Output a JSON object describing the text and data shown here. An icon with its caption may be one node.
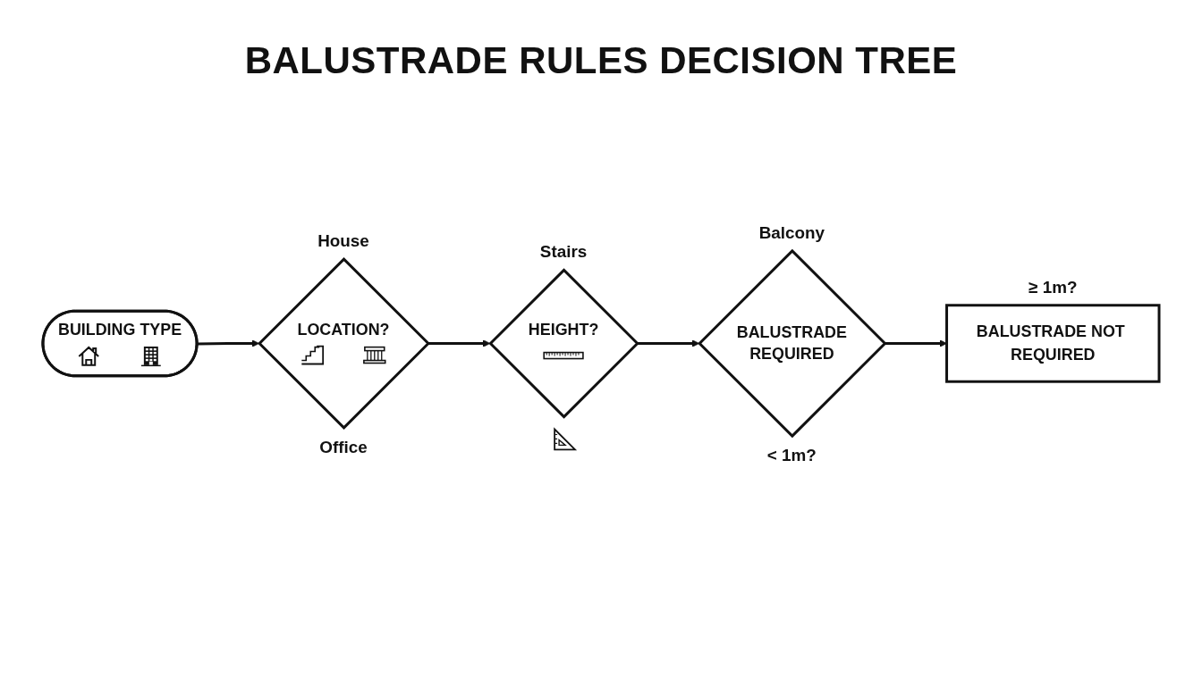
{
  "diagram": {
    "title": "BALUSTRADE RULES DECISION TREE",
    "nodes": [
      {
        "text": [
          "BUILDING TYPE"
        ]
      },
      {
        "text": [
          "LOCATION?"
        ],
        "beside": [
          "House",
          "Office"
        ]
      },
      {
        "text": [
          "HEIGHT?"
        ],
        "beside": [
          "Stairs"
        ]
      },
      {
        "text": [
          "BALUSTRADE REQUIRED"
        ],
        "beside": [
          "Balcony",
          "< 1m?"
        ]
      },
      {
        "text": [
          "BALUSTRADE NOT REQUIRED"
        ],
        "beside": [
          "≥ 1m?"
        ]
      }
    ],
    "edges": [
      {
        "from": 0,
        "to": 1,
        "arrow": "to"
      },
      {
        "from": 1,
        "to": 2,
        "arrow": "to"
      },
      {
        "from": 2,
        "to": 3,
        "arrow": "to"
      },
      {
        "from": 3,
        "to": 4,
        "arrow": "to"
      }
    ]
  }
}
